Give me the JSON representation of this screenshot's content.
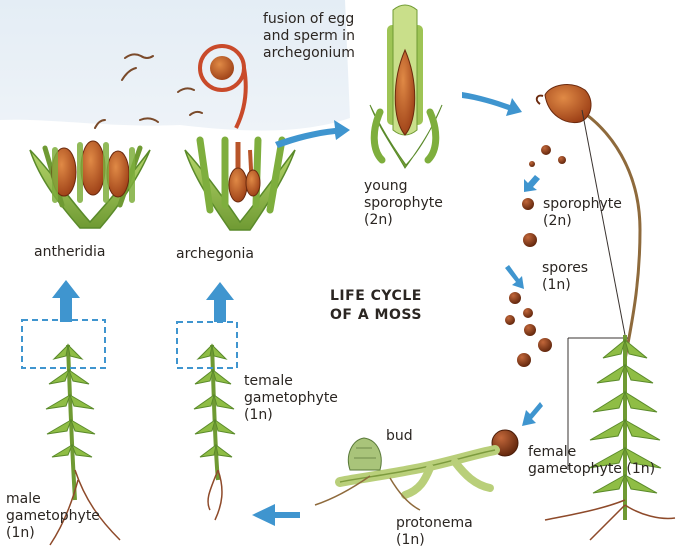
{
  "title": [
    "LIFE CYCLE",
    "OF A MOSS"
  ],
  "labels": {
    "fusion": [
      "fusion of egg",
      "and sperm in",
      "archegonium"
    ],
    "young_sporophyte": [
      "young",
      "sporophyte",
      "(2n)"
    ],
    "sporophyte": [
      "sporophyte",
      "(2n)"
    ],
    "spores": [
      "spores",
      "(1n)"
    ],
    "antheridia": "antheridia",
    "archegonia": "archegonia",
    "female_gametophyte_left": [
      "temale",
      "gametophyte",
      "(1n)"
    ],
    "female_gametophyte_right": [
      "female",
      "gametophyte (1n)"
    ],
    "male_gametophyte": [
      "male",
      "gametophyte",
      "(1n)"
    ],
    "bud": "bud",
    "protonema": [
      "protonema",
      "(1n)"
    ]
  },
  "colors": {
    "arrow": "#3f95cf",
    "sky": "#dfe9f2",
    "leaf": "#8fbd45",
    "leaf_dark": "#5a8a2a",
    "stem": "#8e6a3c",
    "organ": "#c05a28",
    "spore": "#8a3a14",
    "text": "#2b2622"
  }
}
